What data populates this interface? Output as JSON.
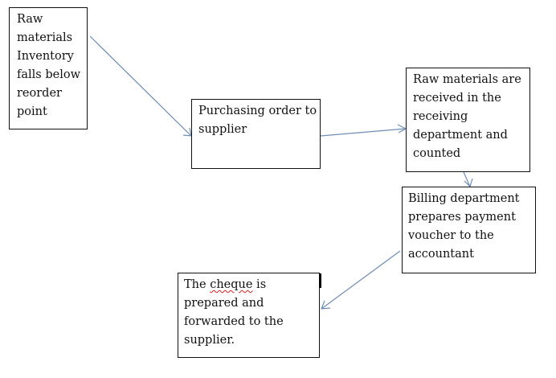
{
  "diagram": {
    "type": "flowchart",
    "line_color": "#6d8db5",
    "nodes": [
      {
        "id": "n1",
        "lines": [
          "Raw",
          "materials",
          "Inventory",
          "falls below",
          "reorder",
          "point"
        ]
      },
      {
        "id": "n2",
        "lines": [
          "Purchasing order to",
          "supplier"
        ]
      },
      {
        "id": "n3",
        "lines": [
          "Raw materials are",
          "received in the",
          "receiving",
          "department and",
          "counted"
        ]
      },
      {
        "id": "n4",
        "lines": [
          "Billing department",
          "prepares payment",
          "voucher to the",
          "accountant"
        ]
      },
      {
        "id": "n5",
        "lines_before": "The ",
        "misspelled_word": "cheque",
        "lines_after": " is",
        "lines": [
          "prepared and",
          "forwarded to the",
          "supplier."
        ]
      }
    ],
    "edges": [
      {
        "from": "n1",
        "to": "n2"
      },
      {
        "from": "n2",
        "to": "n3"
      },
      {
        "from": "n3",
        "to": "n4"
      },
      {
        "from": "n4",
        "to": "n5"
      }
    ]
  }
}
